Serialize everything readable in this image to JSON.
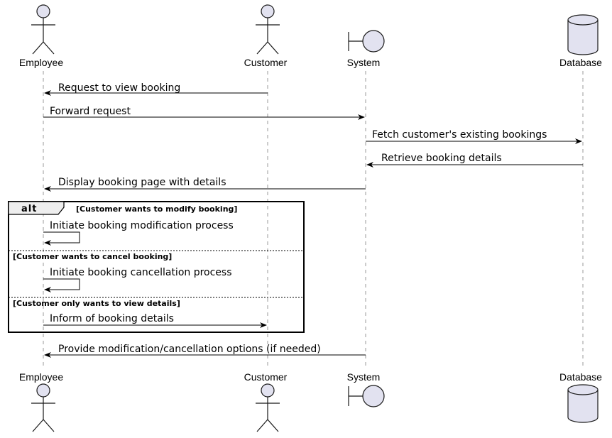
{
  "participants": {
    "employee": "Employee",
    "customer": "Customer",
    "system": "System",
    "database": "Database"
  },
  "messages": {
    "m1": "Request to view booking",
    "m2": "Forward request",
    "m3": "Fetch customer's existing bookings",
    "m4": "Retrieve booking details",
    "m5": "Display booking page with details",
    "m6": "Initiate booking modification process",
    "m7": "Initiate booking cancellation process",
    "m8": "Inform of booking details",
    "m9": "Provide modification/cancellation options (if needed)"
  },
  "alt": {
    "keyword": "alt",
    "cond1": "[Customer wants to modify booking]",
    "cond2": "[Customer wants to cancel booking]",
    "cond3": "[Customer only wants to view details]"
  },
  "colors": {
    "participant_fill": "#e2e2f0",
    "lifeline": "#999999"
  }
}
